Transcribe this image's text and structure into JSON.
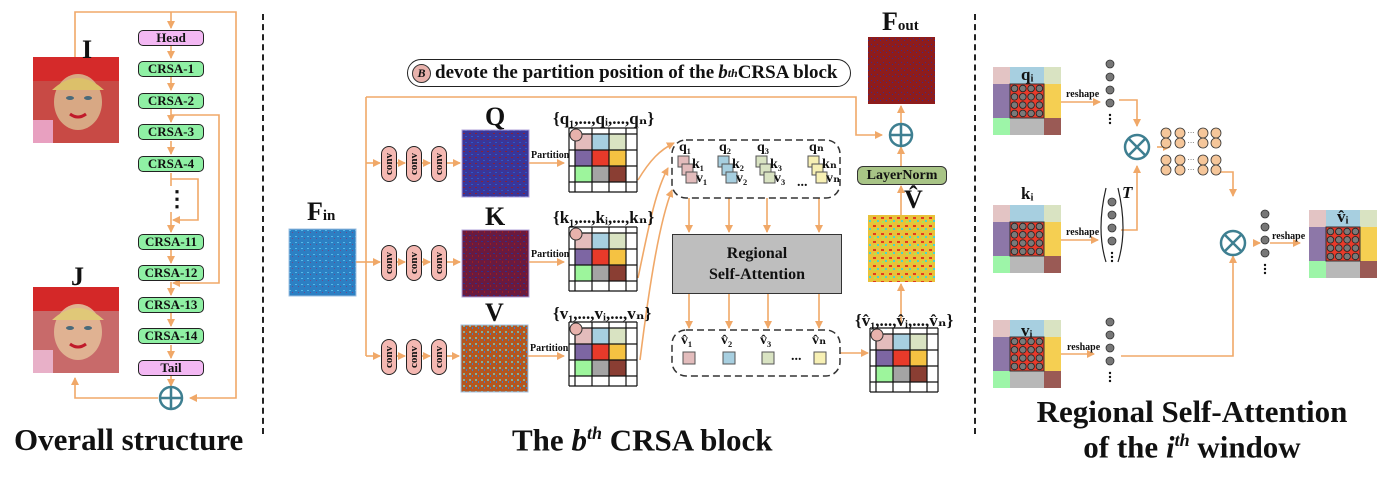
{
  "overall": {
    "caption": "Overall structure",
    "input_label": "I",
    "output_label": "J",
    "blocks": [
      {
        "label": "Head",
        "kind": "head"
      },
      {
        "label": "CRSA-1",
        "kind": "crsa"
      },
      {
        "label": "CRSA-2",
        "kind": "crsa"
      },
      {
        "label": "CRSA-3",
        "kind": "crsa"
      },
      {
        "label": "CRSA-4",
        "kind": "crsa"
      },
      {
        "label": "⋮",
        "kind": "ellipsis"
      },
      {
        "label": "CRSA-11",
        "kind": "crsa"
      },
      {
        "label": "CRSA-12",
        "kind": "crsa"
      },
      {
        "label": "CRSA-13",
        "kind": "crsa"
      },
      {
        "label": "CRSA-14",
        "kind": "crsa"
      },
      {
        "label": "Tail",
        "kind": "head"
      }
    ],
    "sum_icon": "circle-plus-icon"
  },
  "crsa": {
    "caption_pre": "The ",
    "caption_b": "b",
    "caption_sup": "th",
    "caption_post": " CRSA block",
    "note_mark": "B",
    "note_pre": "devote the partition position of the ",
    "note_b": "b",
    "note_sup": "th",
    "note_post": " CRSA block",
    "fin": {
      "main": "F",
      "sub": "in"
    },
    "fout": {
      "main": "F",
      "sub": "out"
    },
    "branches": [
      {
        "name": "Q",
        "set": "{q₁,...,qᵢ,...,qₙ}"
      },
      {
        "name": "K",
        "set": "{k₁,...,kᵢ,...,kₙ}"
      },
      {
        "name": "V",
        "set": "{v₁,...,vᵢ,...,vₙ}"
      }
    ],
    "conv_label": "conv",
    "partition_label": "Partition",
    "groups": [
      {
        "q": "q₁",
        "k": "k₁",
        "v": "v₁",
        "color": "#e3bcbc"
      },
      {
        "q": "q₂",
        "k": "k₂",
        "v": "v₂",
        "color": "#a7cfe0"
      },
      {
        "q": "q₃",
        "k": "k₃",
        "v": "v₃",
        "color": "#d9e3c2"
      },
      {
        "q": "qₙ",
        "k": "kₙ",
        "v": "vₙ",
        "color": "#f7f0b4"
      }
    ],
    "group_ellipsis": "...",
    "rsa_line1": "Regional",
    "rsa_line2": "Self-Attention",
    "outputs": [
      {
        "label": "v̂₁",
        "color": "#e3bcbc"
      },
      {
        "label": "v̂₂",
        "color": "#a7cfe0"
      },
      {
        "label": "v̂₃",
        "color": "#d9e3c2"
      },
      {
        "label": "v̂ₙ",
        "color": "#f7f0b4"
      }
    ],
    "out_ellipsis": "...",
    "out_set": "{v̂₁,...,v̂ᵢ,...,v̂ₙ}",
    "vhat": "V̂",
    "layernorm": "LayerNorm"
  },
  "window": {
    "caption_line1": "Regional Self-Attention",
    "caption_line2_pre": "of the ",
    "caption_line2_i": "i",
    "caption_line2_sup": "th",
    "caption_line2_post": " window",
    "q_label": "qᵢ",
    "k_label": "kᵢ",
    "v_label": "vᵢ",
    "vhat_label": "v̂ᵢ",
    "reshape": "reshape",
    "transpose": "T",
    "matrix_ellipsis": "···",
    "multiply_icon": "circle-times-icon"
  },
  "partition_colors": [
    "#e3bcbc",
    "#a7cfe0",
    "#d9e3c2",
    "#7d66a3",
    "#e83a2a",
    "#f5c242",
    "#9df59c",
    "#a4a4a4",
    "#8a3e33"
  ],
  "accent": {
    "arrow": "#f0a868",
    "op": "#3e7f91"
  }
}
